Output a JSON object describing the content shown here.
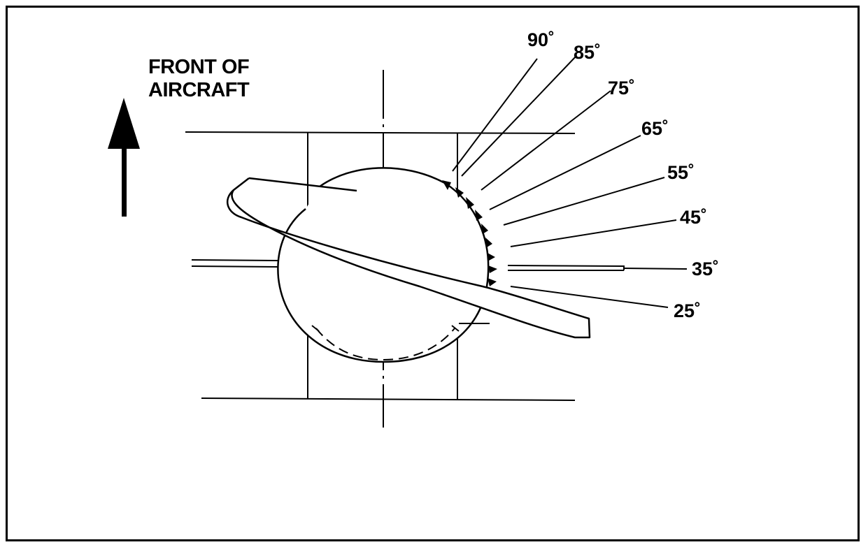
{
  "heading": {
    "line1": "FRONT OF",
    "line2": "AIRCRAFT"
  },
  "icons": {
    "direction_arrow": "arrow-up-icon"
  },
  "angle_labels": [
    "90˚",
    "85˚",
    "75˚",
    "65˚",
    "55˚",
    "45˚",
    "35˚",
    "25˚"
  ],
  "colors": {
    "ink": "#000000",
    "paper": "#ffffff"
  }
}
